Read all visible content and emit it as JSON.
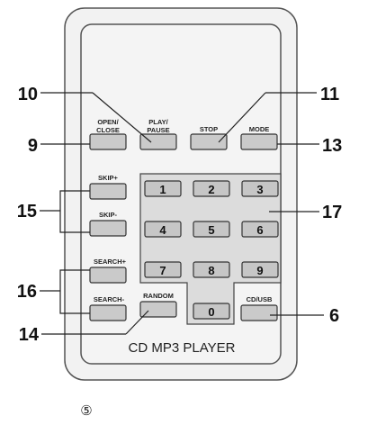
{
  "remote": {
    "model_label": "CD MP3 PLAYER",
    "buttons": {
      "open_close": [
        "OPEN/",
        "CLOSE"
      ],
      "play_pause": [
        "PLAY/",
        "PAUSE"
      ],
      "stop": "STOP",
      "mode": "MODE",
      "skip_plus": "SKIP+",
      "skip_minus": "SKIP-",
      "search_plus": "SEARCH+",
      "search_minus": "SEARCH-",
      "random": "RANDOM",
      "cd_usb": "CD/USB",
      "digits": [
        "1",
        "2",
        "3",
        "4",
        "5",
        "6",
        "7",
        "8",
        "9",
        "0"
      ]
    }
  },
  "callouts": {
    "c10": "10",
    "c11": "11",
    "c9": "9",
    "c13": "13",
    "c15": "15",
    "c17": "17",
    "c16": "16",
    "c6": "6",
    "c14": "14"
  },
  "figure_marker": "⑤",
  "colors": {
    "body": "#f1f1f1",
    "outline": "#4a4a4a",
    "button": "#c9c9c9",
    "keypad": "#d9d9d9"
  }
}
